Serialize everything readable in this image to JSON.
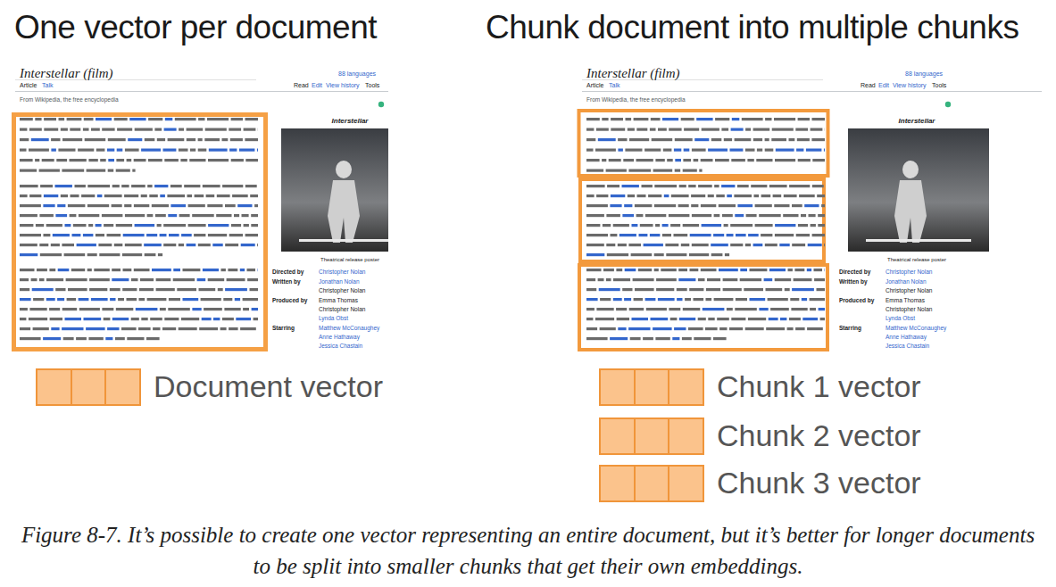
{
  "diagram": {
    "caption": "Figure 8-7. It’s possible to create one vector representing an entire document, but it’s better for longer documents to be split into smaller chunks that get their own embeddings.",
    "nodes": [
      {
        "text": [
          "Document vector"
        ]
      },
      {
        "text": [
          "Chunk 1 vector"
        ]
      },
      {
        "text": [
          "Chunk 2 vector"
        ]
      },
      {
        "text": [
          "Chunk 3 vector"
        ]
      }
    ],
    "labels": [
      "One vector per document",
      "Chunk document into multiple chunks",
      "Interstellar (film)",
      "88 languages",
      "Article",
      "Talk",
      "Read",
      "Edit",
      "View history",
      "Tools",
      "From Wikipedia, the free encyclopedia",
      "Interstellar",
      "Theatrical release poster",
      "Directed by",
      "Christopher Nolan",
      "Written by",
      "Jonathan Nolan",
      "Christopher Nolan",
      "Produced by",
      "Emma Thomas",
      "Christopher Nolan",
      "Lynda Obst",
      "Starring",
      "Matthew McConaughey",
      "Anne Hathaway",
      "Jessica Chastain",
      "Interstellar (film)",
      "88 languages",
      "Article",
      "Talk",
      "Read",
      "Edit",
      "View history",
      "Tools",
      "From Wikipedia, the free encyclopedia",
      "Interstellar",
      "Theatrical release poster",
      "Directed by",
      "Christopher Nolan",
      "Written by",
      "Jonathan Nolan",
      "Christopher Nolan",
      "Produced by",
      "Emma Thomas",
      "Christopher Nolan",
      "Lynda Obst",
      "Starring",
      "Matthew McConaughey",
      "Anne Hathaway",
      "Jessica Chastain"
    ]
  }
}
